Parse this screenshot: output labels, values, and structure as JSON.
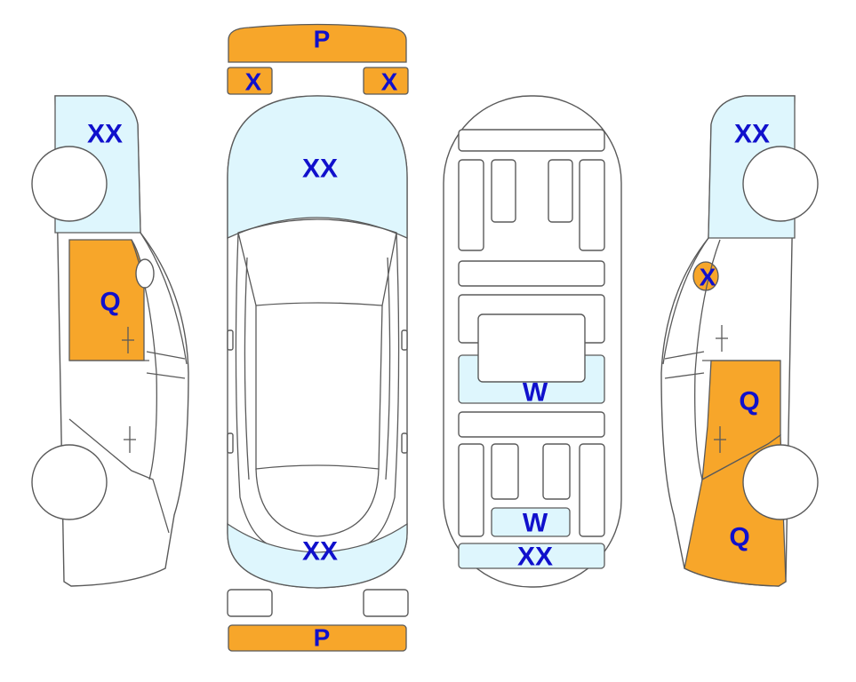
{
  "colors": {
    "damage_light": "#def6fd",
    "damage_orange": "#f7a62a",
    "label_text": "#1010cc",
    "outline": "#5a5a5a"
  },
  "left_side": {
    "hood_label": "XX",
    "door_label": "Q"
  },
  "top_view": {
    "front_bumper_label": "P",
    "front_left_corner_label": "X",
    "front_right_corner_label": "X",
    "hood_label": "XX",
    "rear_label": "XX",
    "rear_bumper_label": "P"
  },
  "interior": {
    "middle_label": "W",
    "rear_label": "W",
    "trunk_label": "XX"
  },
  "right_side": {
    "hood_label": "XX",
    "mirror_label": "X",
    "rear_door_label": "Q",
    "rear_quarter_label": "Q"
  }
}
